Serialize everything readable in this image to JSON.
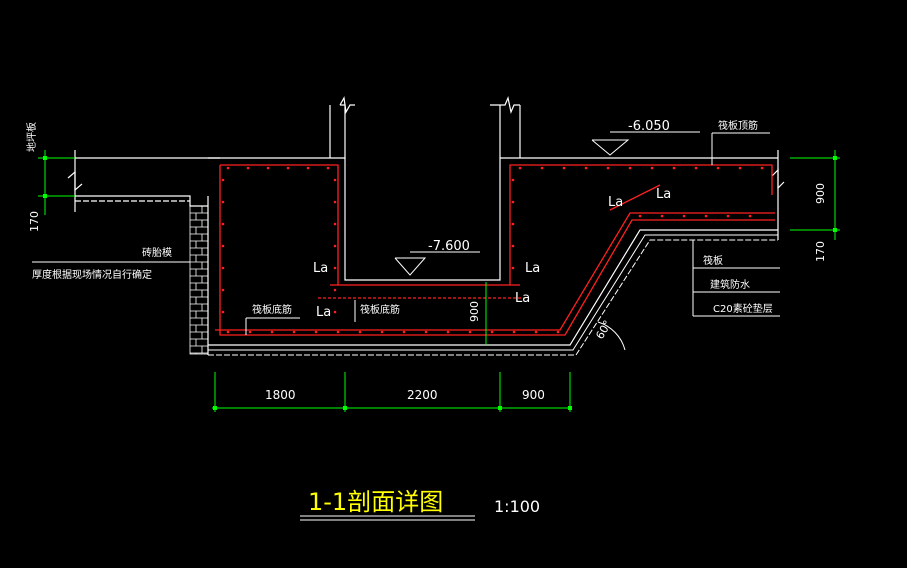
{
  "colors": {
    "background": "#000000",
    "structure": "#ffffff",
    "rebar": "#ff2020",
    "dimension": "#00ff00",
    "text": "#ffffff",
    "title": "#ffff00"
  },
  "labels": {
    "anchor_labels": [
      "La",
      "La",
      "La",
      "La",
      "La",
      "La"
    ],
    "elev_top": "-6.050",
    "elev_pit": "-7.600",
    "raft_top_bar": "筏板顶筋",
    "raft_bottom_bar_left": "筏板底筋",
    "raft_bottom_bar_mid": "筏板底筋",
    "side_top": "地坪板",
    "brick_mold": "砖胎模",
    "thickness_note": "厚度根据现场情况自行确定",
    "layers": [
      "筏板",
      "建筑防水",
      "C20素砼垫层"
    ],
    "angle": "60°"
  },
  "dimensions": {
    "horizontal": [
      "1800",
      "2200",
      "900"
    ],
    "left_vertical": "170",
    "right_vertical_top": "900",
    "right_vertical_bottom": "170",
    "pit_depth": "900"
  },
  "title": {
    "main": "1-1剖面详图",
    "scale": "1:100"
  }
}
